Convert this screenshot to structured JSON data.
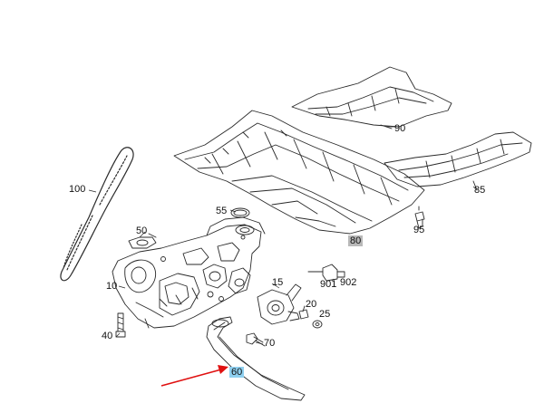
{
  "callouts": {
    "c90": "90",
    "c85": "85",
    "c100": "100",
    "c55": "55",
    "c50": "50",
    "c80": "80",
    "c95": "95",
    "c10": "10",
    "c15": "15",
    "c901": "901",
    "c902": "902",
    "c20": "20",
    "c25": "25",
    "c40": "40",
    "c70": "70",
    "c60": "60"
  },
  "colors": {
    "line": "#2a2a2a",
    "arrow": "#e01010",
    "highlight_selected": "#8fd0f0",
    "highlight_ref": "#b9b9b9"
  },
  "icons": {
    "arrow": "red-pointer-arrow"
  }
}
